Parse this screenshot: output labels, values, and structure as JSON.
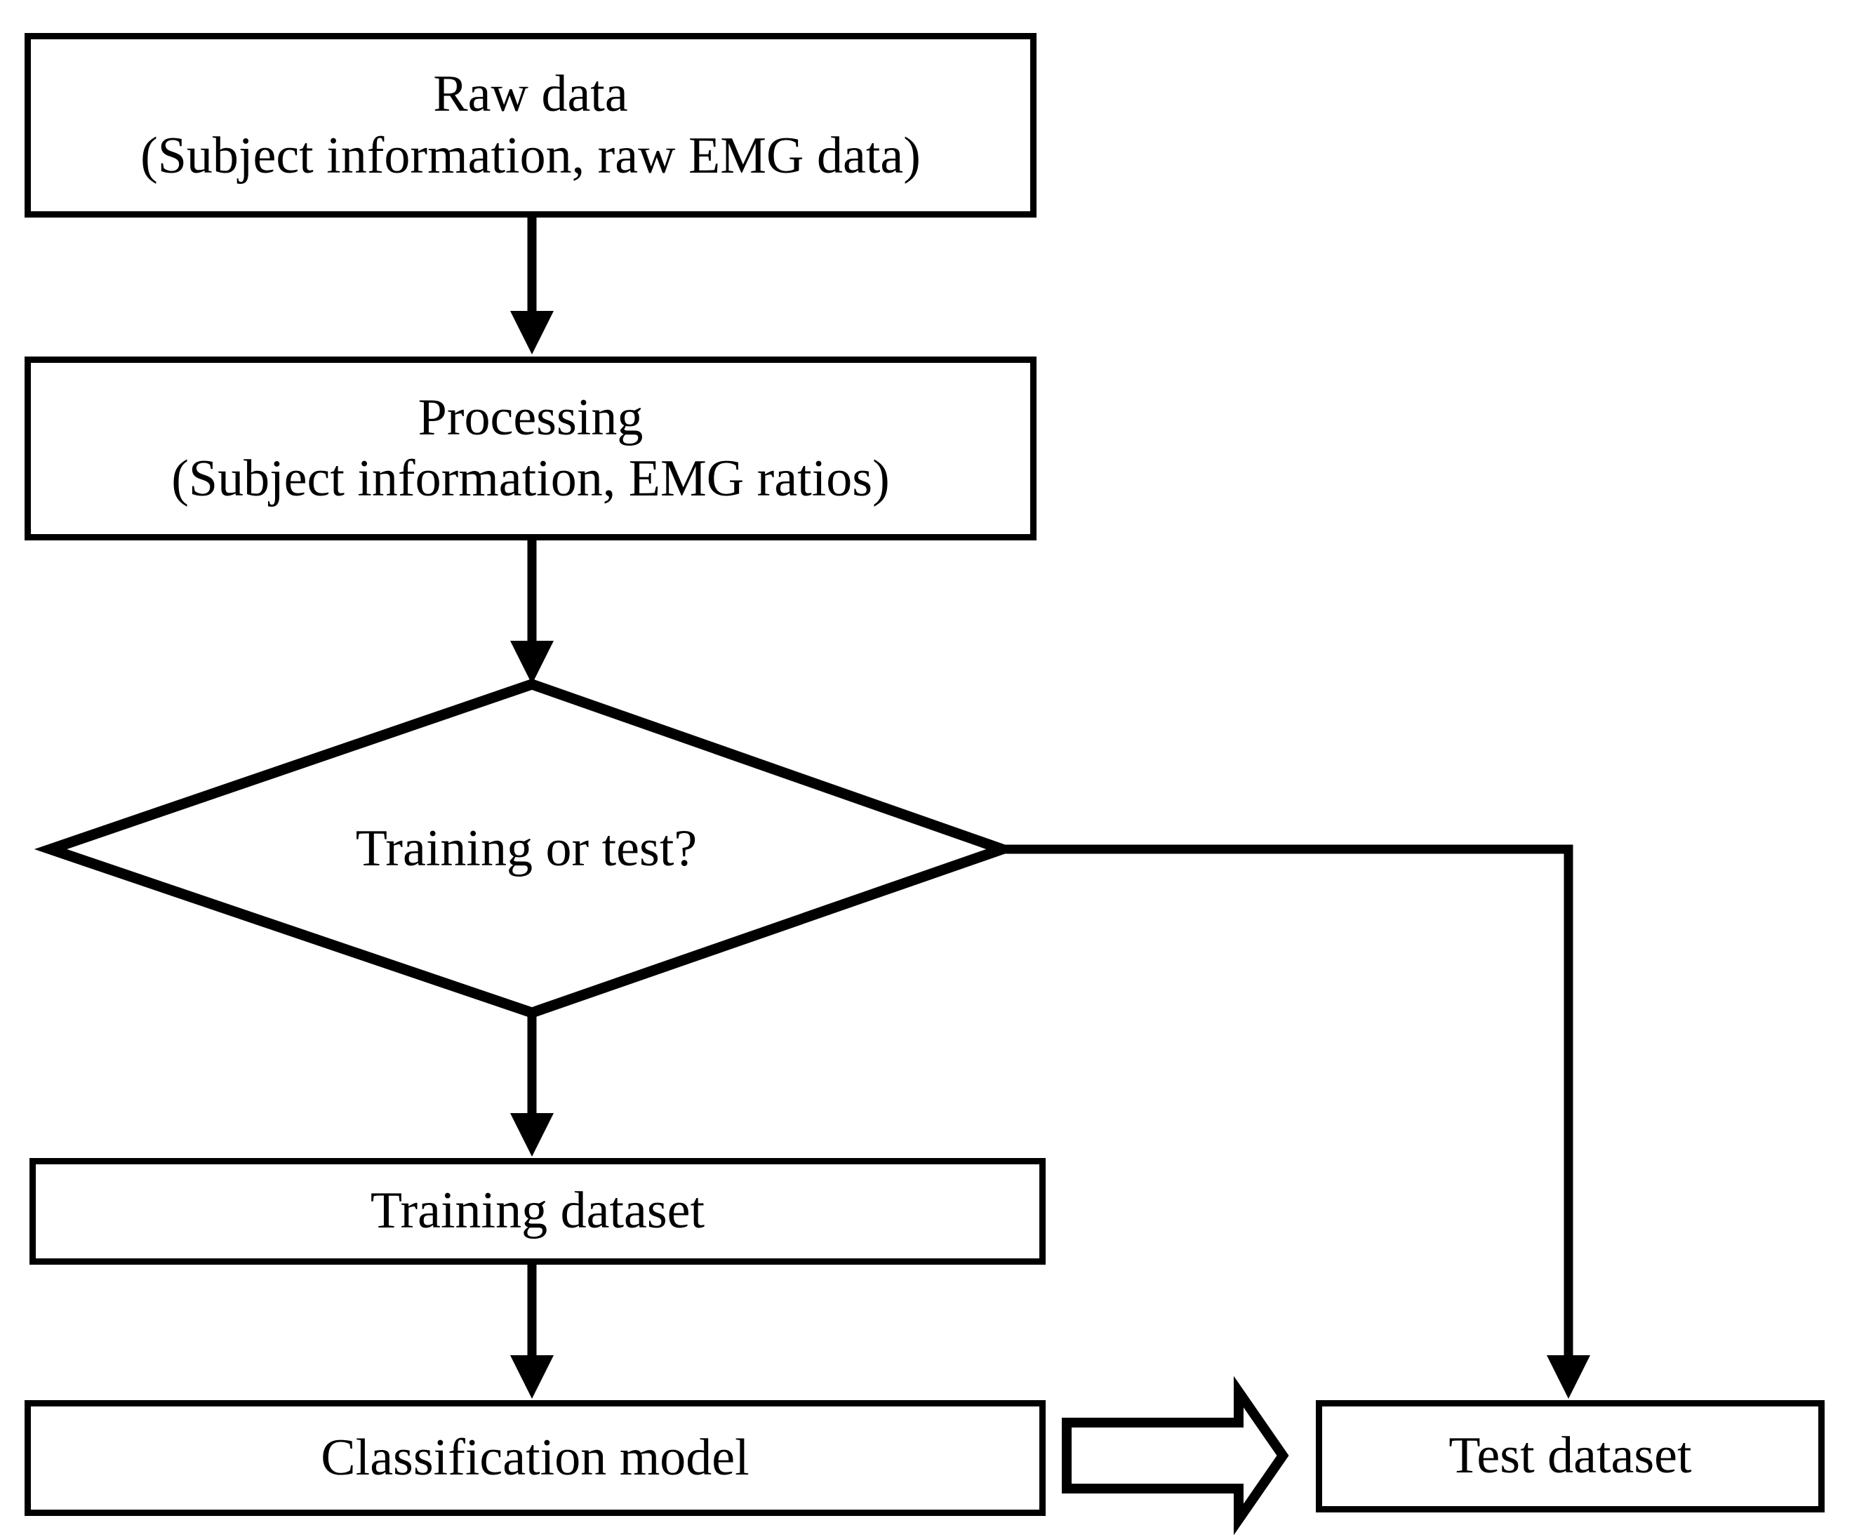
{
  "diagram": {
    "title": "EMG classification workflow flowchart",
    "background_color": "#ffffff",
    "stroke_color": "#000000",
    "nodes": {
      "raw_data": {
        "shape": "rectangle",
        "line1": "Raw data",
        "line2": "(Subject information, raw EMG data)"
      },
      "processing": {
        "shape": "rectangle",
        "line1": "Processing",
        "line2": "(Subject information, EMG ratios)"
      },
      "decision": {
        "shape": "diamond",
        "label": "Training or test?"
      },
      "training_dataset": {
        "shape": "rectangle",
        "label": "Training dataset"
      },
      "classification_model": {
        "shape": "rectangle",
        "label": "Classification model"
      },
      "test_dataset": {
        "shape": "rectangle",
        "label": "Test dataset"
      }
    },
    "connectors": [
      {
        "id": "raw-to-processing",
        "from": "raw_data",
        "to": "processing",
        "style": "line-arrow",
        "label": ""
      },
      {
        "id": "processing-to-decision",
        "from": "processing",
        "to": "decision",
        "style": "line-arrow",
        "label": ""
      },
      {
        "id": "decision-to-training",
        "from": "decision",
        "to": "training_dataset",
        "style": "line-arrow",
        "label": ""
      },
      {
        "id": "training-to-classification",
        "from": "training_dataset",
        "to": "classification_model",
        "style": "line-arrow",
        "label": ""
      },
      {
        "id": "decision-to-test",
        "from": "decision",
        "to": "test_dataset",
        "style": "elbow-arrow",
        "label": ""
      },
      {
        "id": "classification-to-test",
        "from": "classification_model",
        "to": "test_dataset",
        "style": "block-arrow",
        "label": ""
      }
    ]
  }
}
